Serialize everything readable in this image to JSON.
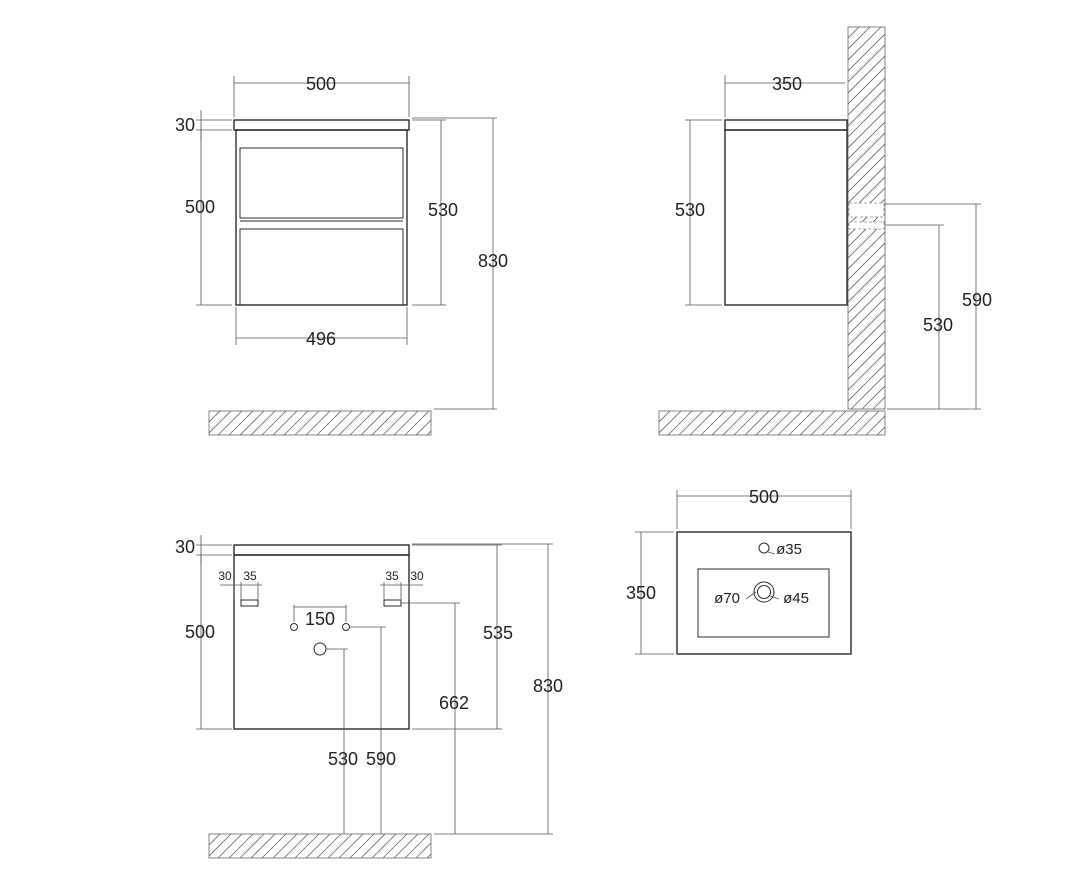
{
  "front_view": {
    "overall_width": "500",
    "top_thickness": "30",
    "body_height": "500",
    "cabinet_height": "530",
    "total_height": "830",
    "base_width": "496"
  },
  "side_view": {
    "depth": "350",
    "cabinet_height": "530",
    "pipe_height_upper": "590",
    "pipe_height_lower": "530"
  },
  "back_view": {
    "top_thickness": "30",
    "body_height": "500",
    "bracket_offset_left_1": "30",
    "bracket_offset_left_2": "35",
    "bracket_offset_right_1": "35",
    "bracket_offset_right_2": "30",
    "hole_spacing": "150",
    "bracket_height": "535",
    "total_height": "830",
    "mount_height": "662",
    "drain_height": "530",
    "supply_height": "590"
  },
  "top_view": {
    "width": "500",
    "depth": "350",
    "tap_hole": "ø35",
    "drain_outer": "ø70",
    "drain_inner": "ø45"
  }
}
